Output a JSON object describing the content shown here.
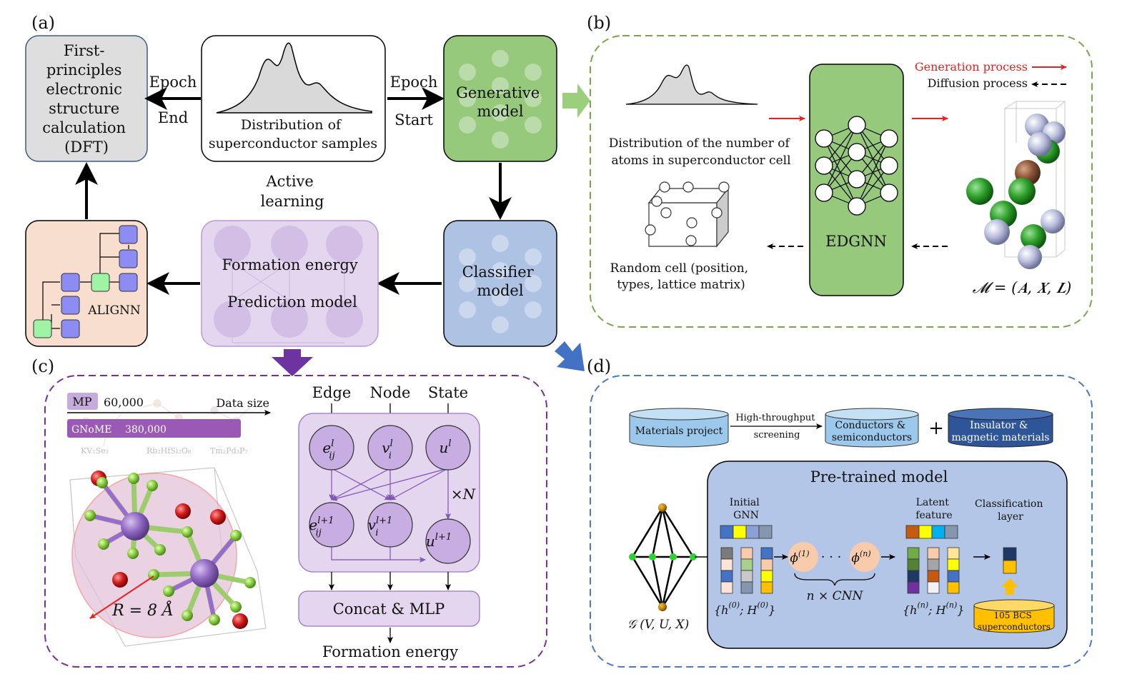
{
  "panel_a": {
    "label": "(a)",
    "dft": [
      "First-",
      "principles",
      "electronic",
      "structure",
      "calculation",
      "(DFT)"
    ],
    "epoch_end": [
      "Epoch",
      "End"
    ],
    "distribution": [
      "Distribution of",
      "superconductor samples"
    ],
    "epoch_start": [
      "Epoch",
      "Start"
    ],
    "generative": [
      "Generative",
      "model"
    ],
    "active_learning": [
      "Active",
      "learning"
    ],
    "classifier": [
      "Classifier",
      "model"
    ],
    "formation": [
      "Formation energy",
      "Prediction model"
    ],
    "alignn": "ALIGNN"
  },
  "panel_b": {
    "label": "(b)",
    "legend_generation": "Generation process",
    "legend_diffusion": "Diffusion process",
    "dist": [
      "Distribution of the number of",
      "atoms in superconductor cell"
    ],
    "random_cell": [
      "Random cell (position,",
      "types,  lattice matrix)"
    ],
    "edgnn": "EDGNN",
    "equation": "𝓜 = (𝑨, 𝑿, 𝑳)",
    "generation_color": "#e8201f"
  },
  "panel_c": {
    "label": "(c)",
    "mp": "MP",
    "mp_value": "60,000",
    "data_size": "Data size",
    "gnome": "GNoME",
    "gnome_value": "380,000",
    "faint_labels": [
      "KV₂Se₃",
      "Rb₂HfSi₂O₈",
      "Tm₂Pd₃P₇"
    ],
    "radius": "R = 8 Å",
    "inputs": [
      "Edge",
      "Node",
      "State"
    ],
    "nodes_top": [
      "e",
      "v",
      "u"
    ],
    "nodes_top_sub": [
      "ij",
      "i",
      ""
    ],
    "sup_l": "l",
    "sup_l1": "l+1",
    "repeat": "×N",
    "concat": "Concat & MLP",
    "output": "Formation energy"
  },
  "panel_d": {
    "label": "(d)",
    "db1": "Materials project",
    "screen": [
      "High-throughput",
      "screening"
    ],
    "db2": [
      "Conductors &",
      "semiconductors"
    ],
    "plus": "+",
    "db3": [
      "Insulator &",
      "magnetic materials"
    ],
    "pretrained": "Pre-trained model",
    "initial": [
      "Initial",
      "GNN"
    ],
    "latent": [
      "Latent",
      "feature"
    ],
    "classification": [
      "Classification",
      "layer"
    ],
    "phi1": "ϕ",
    "phi1_sup": "(1)",
    "phin": "ϕ",
    "phin_sup": "(n)",
    "dots": "· · ·",
    "ncnn": "n × CNN",
    "h0": "{h",
    "h0_rest": "; H",
    "h0_sup": "(0)",
    "hn_sup": "(n)",
    "graph": "𝒢 (V, U, X)",
    "bcs": [
      "105 BCS",
      "superconductors"
    ]
  }
}
